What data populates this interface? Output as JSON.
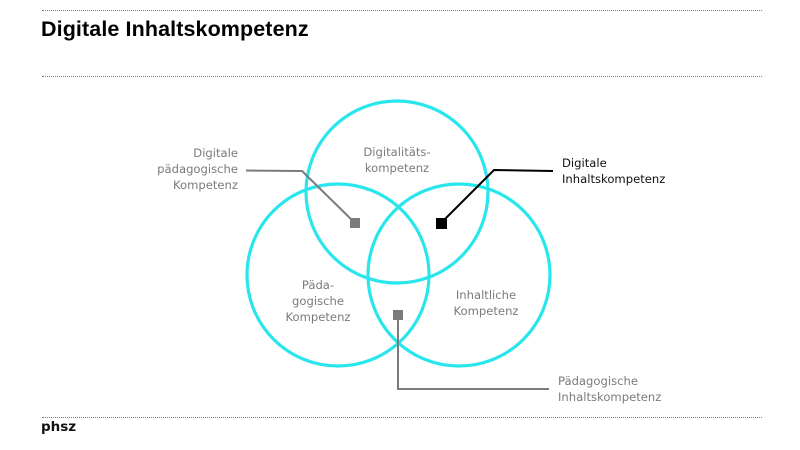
{
  "header": {
    "title": "Digitale Inhaltskompetenz"
  },
  "footer": {
    "logo_text": "phsz"
  },
  "colors": {
    "circle_stroke": "#29e6ec",
    "rule": "#7a7a7a",
    "callout_gray": "#7b7b7b",
    "callout_black": "#000000",
    "label_gray": "#7b7b7b",
    "label_dark": "#111111"
  },
  "diagram": {
    "type": "venn",
    "circles": [
      {
        "id": "top",
        "lines": [
          "Digitalitäts-",
          "kompetenz"
        ]
      },
      {
        "id": "left",
        "lines": [
          "Päda-",
          "gogische",
          "Kompetenz"
        ]
      },
      {
        "id": "right",
        "lines": [
          "Inhaltliche",
          "Kompetenz"
        ]
      }
    ],
    "callouts": [
      {
        "id": "top-left-overlap",
        "lines": [
          "Digitale",
          "pädagogische",
          "Kompetenz"
        ],
        "marker": "gray-square"
      },
      {
        "id": "top-right-overlap",
        "lines": [
          "Digitale",
          "Inhaltskompetenz"
        ],
        "marker": "black-square"
      },
      {
        "id": "left-right-overlap",
        "lines": [
          "Pädagogische",
          "Inhaltskompetenz"
        ],
        "marker": "gray-square"
      }
    ]
  }
}
